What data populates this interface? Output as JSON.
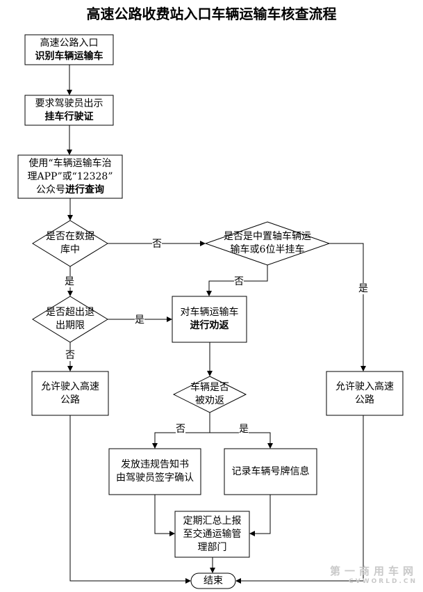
{
  "title": "高速公路收费站入口车辆运输车核查流程",
  "nodes": {
    "entry": {
      "line1": "高速公路入口",
      "line2": "识别车辆运输车"
    },
    "show_license": {
      "line1": "要求驾驶员出示",
      "line2": "挂车行驶证"
    },
    "query": {
      "line1": "使用“车辆运输车治",
      "line2": "理APP”或“12328”",
      "line3a": "公众号",
      "line3b": "进行查询"
    },
    "in_database": {
      "line1": "是否在数据",
      "line2": "库中"
    },
    "axle_check": {
      "line1": "是否是中置轴车辆运",
      "line2": "输车或6位半挂车"
    },
    "exit_deadline": {
      "line1": "是否超出退",
      "line2": "出期限"
    },
    "persuade": {
      "line1": "对车辆运输车",
      "line2": "进行劝返"
    },
    "allow_left": {
      "line1": "允许驶入高速",
      "line2": "公路"
    },
    "persuaded": {
      "line1": "车辆是否",
      "line2": "被劝返"
    },
    "allow_right": {
      "line1": "允许驶入高速",
      "line2": "公路"
    },
    "violation_notice": {
      "line1": "发放违规告知书",
      "line2": "由驾驶员签字确认"
    },
    "record_plate": {
      "line1": "记录车辆号牌信息"
    },
    "report": {
      "line1": "定期汇总上报",
      "line2": "至交通运输管",
      "line3": "理部门"
    },
    "end": {
      "line1": "结束"
    }
  },
  "labels": {
    "db_no": "否",
    "db_yes": "是",
    "axle_no": "否",
    "axle_yes": "是",
    "deadline_yes": "是",
    "deadline_no": "否",
    "persuaded_no": "否",
    "persuaded_yes": "是"
  },
  "watermark": {
    "line1": "第一商用车网",
    "line2": "CVWORLD.CN"
  }
}
